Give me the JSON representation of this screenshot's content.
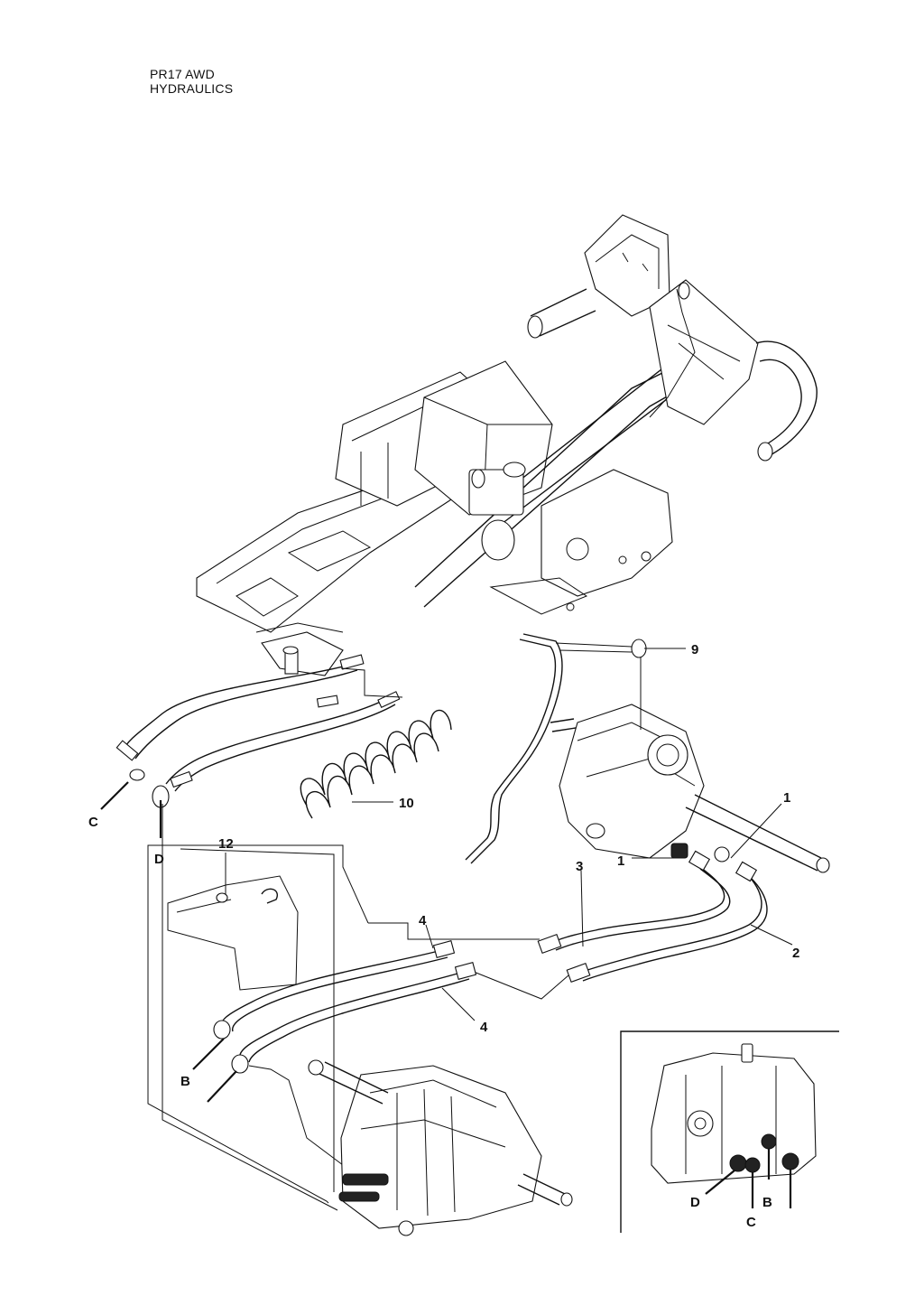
{
  "header": {
    "line1": "PR17 AWD",
    "line2": "HYDRAULICS"
  },
  "callouts": {
    "c_left": "C",
    "d_left": "D",
    "b_left": "B",
    "n12": "12",
    "n10": "10",
    "n9": "9",
    "n1_right": "1",
    "n1_mid": "1",
    "n3": "3",
    "n2": "2",
    "n4_top": "4",
    "n4_bottom": "4"
  },
  "inset": {
    "d": "D",
    "c": "C",
    "b": "B"
  }
}
